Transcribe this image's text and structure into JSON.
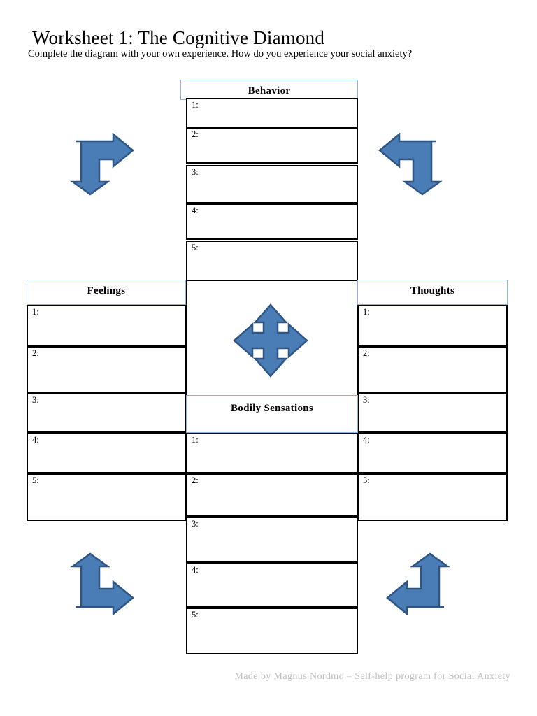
{
  "page": {
    "title": "Worksheet 1: The Cognitive Diamond",
    "subtitle": "Complete the diagram with your own experience. How do you experience your social anxiety?",
    "footer": "Made by Magnus Nordmo – Self-help program for Social Anxiety",
    "background_color": "#ffffff",
    "header_border_color": "#8db3e2",
    "row_border_color": "#000000",
    "arrow_fill_color": "#4a7cb5",
    "arrow_stroke_color": "#2e5584",
    "footer_color": "#bfbfbf"
  },
  "sections": {
    "behavior": {
      "heading": "Behavior",
      "rows": [
        {
          "label": "1:",
          "value": ""
        },
        {
          "label": "2:",
          "value": ""
        },
        {
          "label": "3:",
          "value": ""
        },
        {
          "label": "4:",
          "value": ""
        },
        {
          "label": "5:",
          "value": ""
        }
      ]
    },
    "feelings": {
      "heading": "Feelings",
      "rows": [
        {
          "label": "1:",
          "value": ""
        },
        {
          "label": "2:",
          "value": ""
        },
        {
          "label": "3:",
          "value": ""
        },
        {
          "label": "4:",
          "value": ""
        },
        {
          "label": "5:",
          "value": ""
        }
      ]
    },
    "thoughts": {
      "heading": "Thoughts",
      "rows": [
        {
          "label": "1:",
          "value": ""
        },
        {
          "label": "2:",
          "value": ""
        },
        {
          "label": "3:",
          "value": ""
        },
        {
          "label": "4:",
          "value": ""
        },
        {
          "label": "5:",
          "value": ""
        }
      ]
    },
    "bodily_sensations": {
      "heading": "Bodily Sensations",
      "rows": [
        {
          "label": "1:",
          "value": ""
        },
        {
          "label": "2:",
          "value": ""
        },
        {
          "label": "3:",
          "value": ""
        },
        {
          "label": "4:",
          "value": ""
        },
        {
          "label": "5:",
          "value": ""
        }
      ]
    }
  },
  "arrows": [
    {
      "name": "arrow-top-left",
      "icon": "bent-arrow-right-down-icon"
    },
    {
      "name": "arrow-top-right",
      "icon": "bent-arrow-left-down-icon"
    },
    {
      "name": "arrow-center",
      "icon": "four-way-arrow-icon"
    },
    {
      "name": "arrow-bottom-left",
      "icon": "bent-arrow-up-right-icon"
    },
    {
      "name": "arrow-bottom-right",
      "icon": "bent-arrow-up-left-icon"
    }
  ]
}
